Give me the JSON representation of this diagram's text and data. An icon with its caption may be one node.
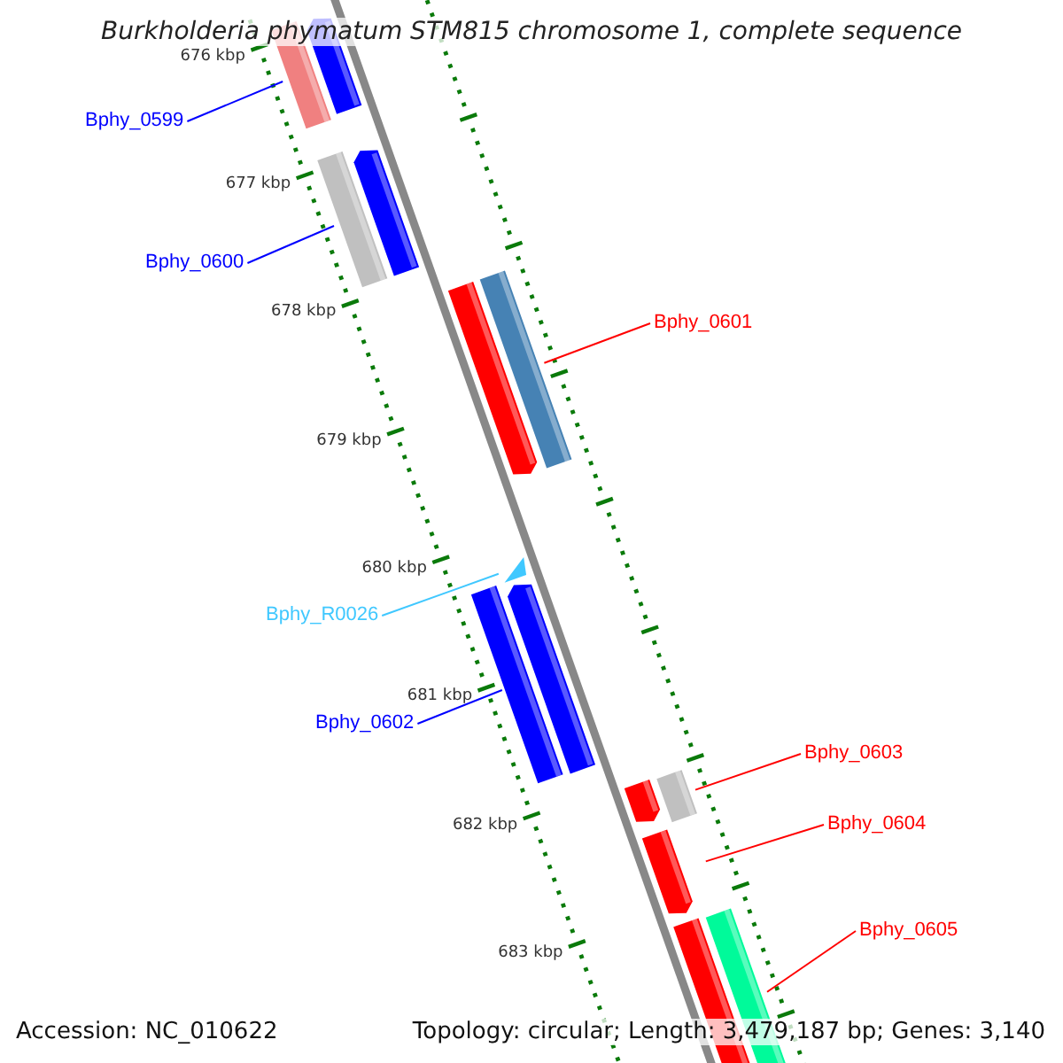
{
  "diagram": {
    "title": "Burkholderia phymatum STM815 chromosome 1, complete sequence",
    "nodes": [
      {
        "text": [
          "Bphy_0599"
        ]
      },
      {
        "text": [],
        "shape": "bar"
      },
      {
        "text": [],
        "shape": "bar"
      },
      {
        "text": [
          "Bphy_0600"
        ]
      },
      {
        "text": [],
        "shape": "bar"
      },
      {
        "text": [],
        "shape": "bar"
      },
      {
        "text": [
          "Bphy_0601"
        ]
      },
      {
        "text": [],
        "shape": "bar"
      },
      {
        "text": [],
        "shape": "bar"
      },
      {
        "text": [
          "Bphy_R0026"
        ]
      },
      {
        "text": [],
        "shape": "triangle"
      },
      {
        "text": [
          "Bphy_0602"
        ]
      },
      {
        "text": [],
        "shape": "bar"
      },
      {
        "text": [],
        "shape": "bar"
      },
      {
        "text": [
          "Bphy_0603"
        ]
      },
      {
        "text": [],
        "shape": "bar"
      },
      {
        "text": [],
        "shape": "bar"
      },
      {
        "text": [
          "Bphy_0604"
        ]
      },
      {
        "text": [],
        "shape": "bar"
      },
      {
        "text": [
          "Bphy_0605"
        ]
      },
      {
        "text": [],
        "shape": "bar"
      },
      {
        "text": [],
        "shape": "bar"
      }
    ],
    "edges": [
      {
        "from": 0,
        "to": 1,
        "arrow": "none",
        "color": "#0000ff"
      },
      {
        "from": 3,
        "to": 4,
        "arrow": "none",
        "color": "#0000ff"
      },
      {
        "from": 6,
        "to": 8,
        "arrow": "none"
      },
      {
        "from": 9,
        "to": 10,
        "arrow": "none",
        "color": "#40c8ff"
      },
      {
        "from": 11,
        "to": 12,
        "arrow": "none",
        "color": "#0000ff"
      },
      {
        "from": 14,
        "to": 16,
        "arrow": "none"
      },
      {
        "from": 17,
        "to": 18,
        "arrow": "none"
      },
      {
        "from": 19,
        "to": 21,
        "arrow": "none"
      }
    ],
    "labels": [
      "676 kbp",
      "677 kbp",
      "678 kbp",
      "679 kbp",
      "680 kbp",
      "681 kbp",
      "682 kbp",
      "683 kbp",
      "Accession: NC_010622",
      "Topology: circular; Length: 3,479,187 bp; Genes: 3,140"
    ]
  }
}
